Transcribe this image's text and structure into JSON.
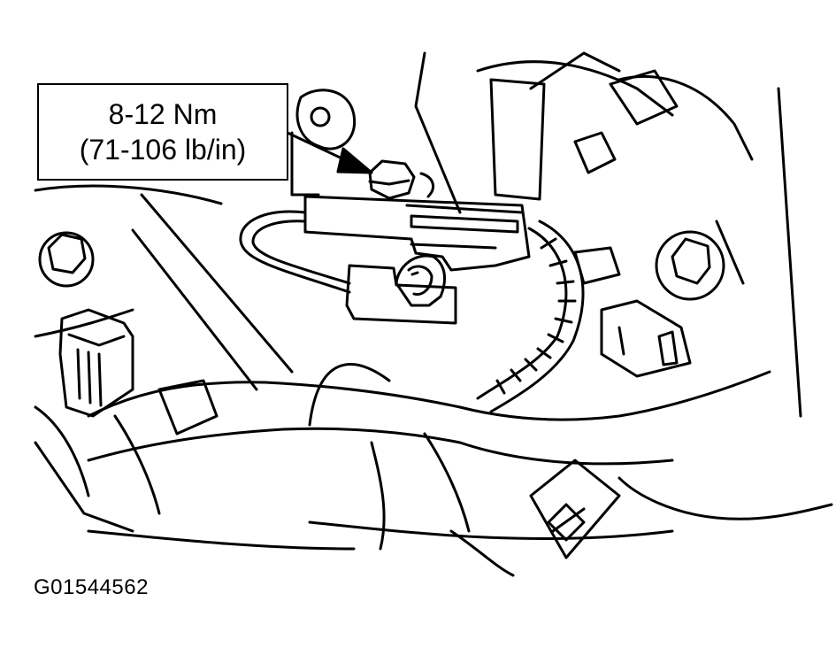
{
  "callout": {
    "torque_nm": "8-12 Nm",
    "torque_lbin": "(71-106 lb/in)"
  },
  "figure_id": "G01544562"
}
